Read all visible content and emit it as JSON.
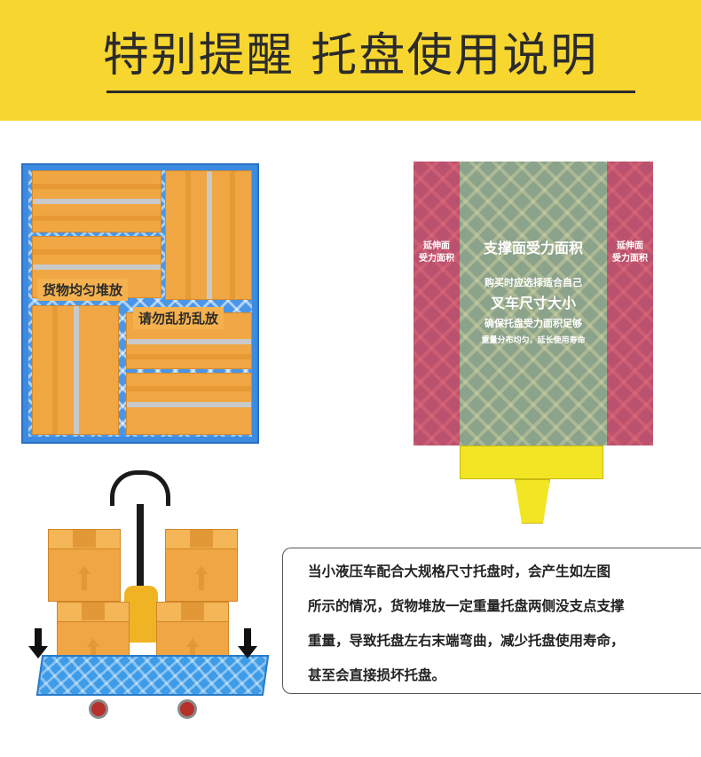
{
  "header": {
    "title": "特别提醒  托盘使用说明"
  },
  "colors": {
    "header_bg": "#f7d630",
    "box_orange": "#f0a743",
    "pallet_blue": "#3d8be0",
    "overlay_red": "#e64650",
    "fork_yellow": "#f2e523"
  },
  "panel_top_left": {
    "label_even": "货物均匀堆放",
    "label_messy": "请勿乱扔乱放"
  },
  "panel_top_right": {
    "side_left_line1": "延伸面",
    "side_left_line2": "受力面积",
    "side_right_line1": "延伸面",
    "side_right_line2": "受力面积",
    "center_title": "支撑面受力面积",
    "center_line1": "购买时应选择适合自己",
    "center_line2": "叉车尺寸大小",
    "center_line3": "确保托盘受力面积足够",
    "center_line4": "重量分布均匀，延长使用寿命"
  },
  "note": {
    "lines": [
      "当小液压车配合大规格尺寸托盘时，会产生如左图",
      "所示的情况，货物堆放一定重量托盘两侧没支点支撑",
      "重量，导致托盘左右末端弯曲，减少托盘使用寿命，",
      "甚至会直接损坏托盘。"
    ]
  }
}
